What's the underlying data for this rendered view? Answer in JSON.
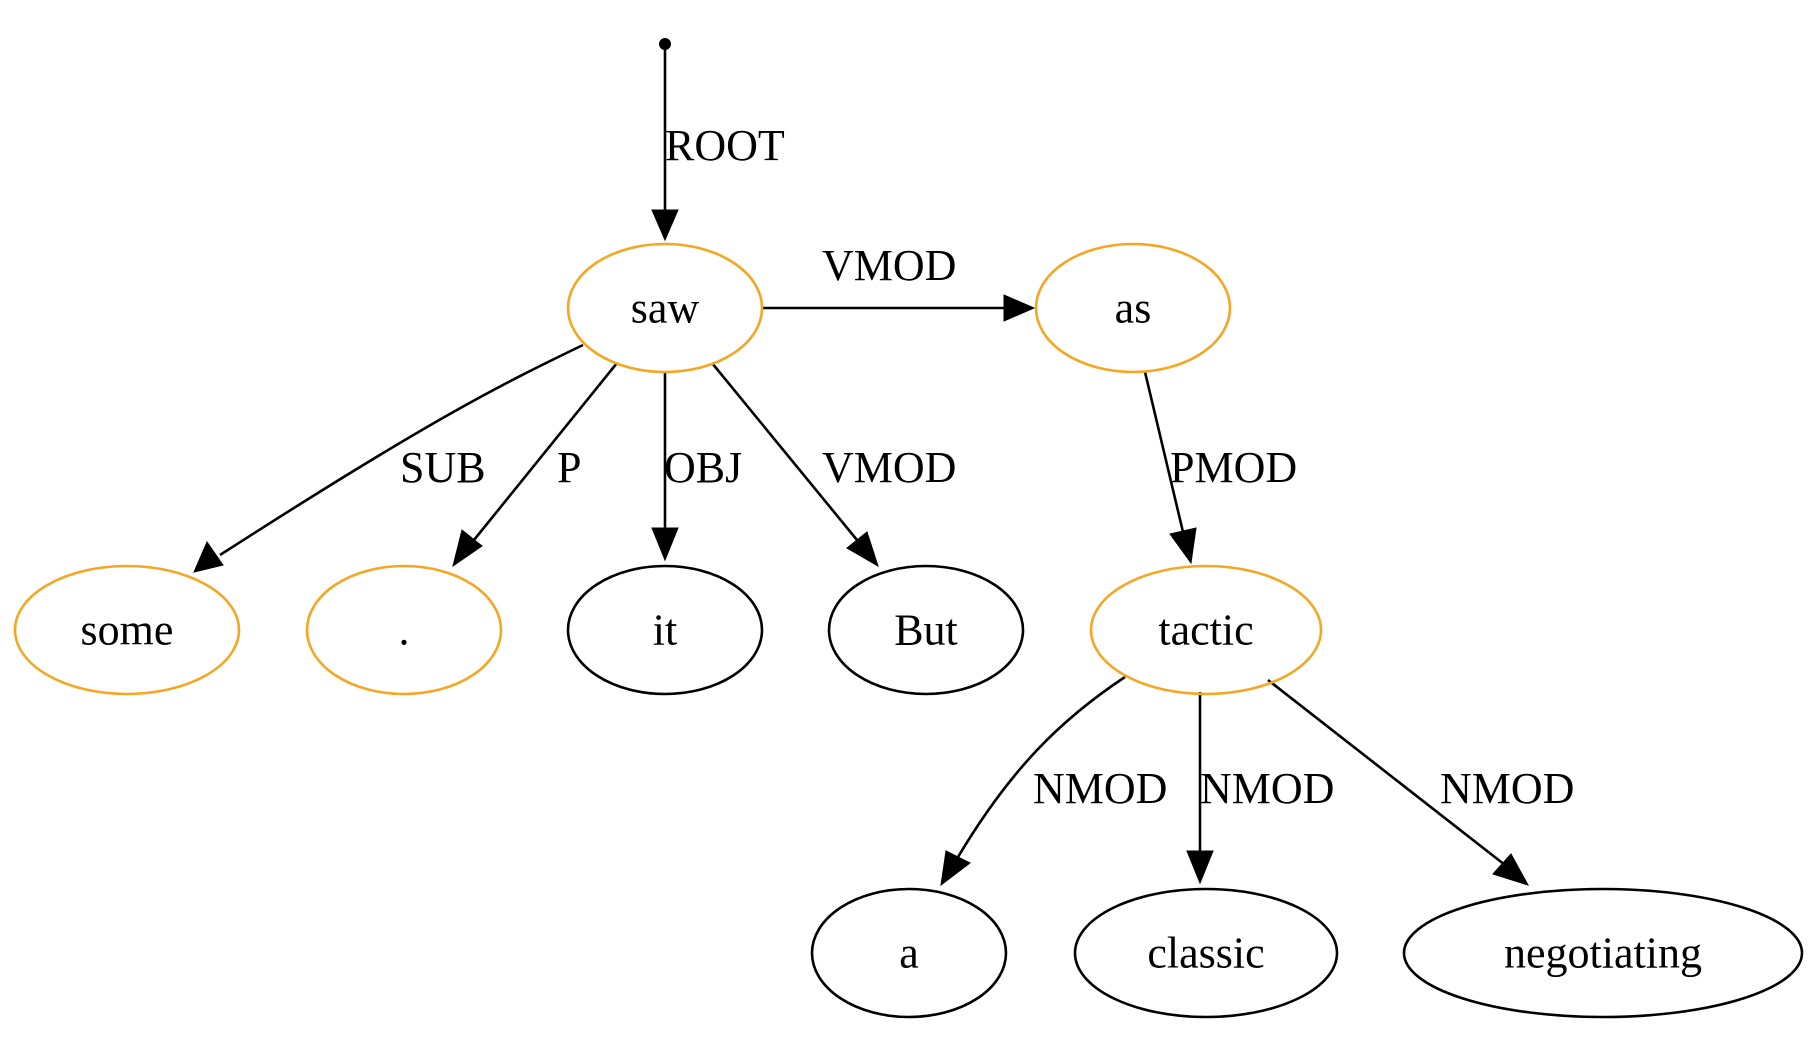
{
  "colors": {
    "highlight": "#F5A623",
    "default": "#000000"
  },
  "nodes": {
    "saw": {
      "label": "saw",
      "highlight": true
    },
    "as": {
      "label": "as",
      "highlight": true
    },
    "some": {
      "label": "some",
      "highlight": true
    },
    "period": {
      "label": ".",
      "highlight": true
    },
    "it": {
      "label": "it",
      "highlight": false
    },
    "but": {
      "label": "But",
      "highlight": false
    },
    "tactic": {
      "label": "tactic",
      "highlight": true
    },
    "a": {
      "label": "a",
      "highlight": false
    },
    "classic": {
      "label": "classic",
      "highlight": false
    },
    "negotiating": {
      "label": "negotiating",
      "highlight": false
    }
  },
  "edges": {
    "root": {
      "from": "",
      "to": "saw",
      "label": "ROOT"
    },
    "saw_as": {
      "from": "saw",
      "to": "as",
      "label": "VMOD"
    },
    "saw_some": {
      "from": "saw",
      "to": "some",
      "label": "SUB"
    },
    "saw_period": {
      "from": "saw",
      "to": "period",
      "label": "P"
    },
    "saw_it": {
      "from": "saw",
      "to": "it",
      "label": "OBJ"
    },
    "saw_but": {
      "from": "saw",
      "to": "but",
      "label": "VMOD"
    },
    "as_tactic": {
      "from": "as",
      "to": "tactic",
      "label": "PMOD"
    },
    "tactic_a": {
      "from": "tactic",
      "to": "a",
      "label": "NMOD"
    },
    "tactic_classic": {
      "from": "tactic",
      "to": "classic",
      "label": "NMOD"
    },
    "tactic_negotiating": {
      "from": "tactic",
      "to": "negotiating",
      "label": "NMOD"
    }
  }
}
